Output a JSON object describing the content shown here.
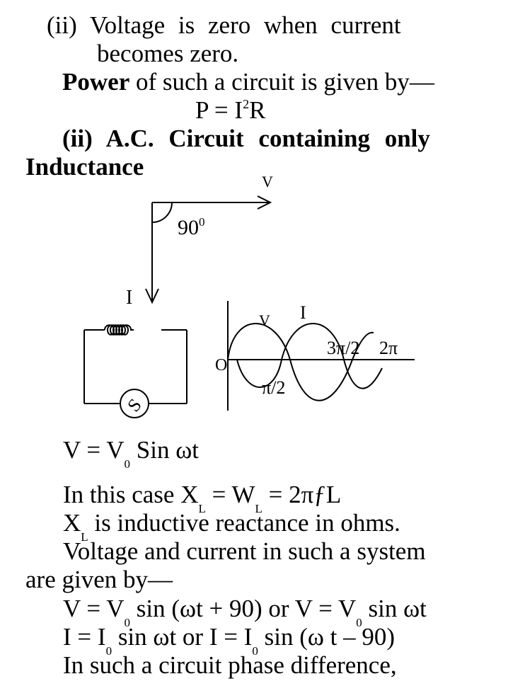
{
  "lines": {
    "l1": "(ii) Voltage is zero when current",
    "l2": "becomes zero.",
    "l3_bold": "Power",
    "l3_rest": " of such a circuit is given by—",
    "l4_a": "P = I",
    "l4_sup": "2",
    "l4_b": "R",
    "l5": "(ii) A.C. Circuit containing only",
    "l6": "Inductance"
  },
  "diagram": {
    "v_label": "V",
    "angle_label": "90",
    "angle_sup": "0",
    "i_label": "I",
    "source_label": "S",
    "wave_v": "V",
    "wave_i": "I",
    "origin": "O",
    "tick_3pi2": "3π/2",
    "tick_2pi": "2π",
    "tick_pi2": "π/2"
  },
  "equations": {
    "e1_a": "V = V",
    "e1_sub": "0",
    "e1_b": " Sin ωt",
    "e2_a": "In this case X",
    "e2_sub1": "L",
    "e2_b": " = W",
    "e2_sub2": "L",
    "e2_c": " = 2πƒL",
    "e3_a": "X",
    "e3_sub": "L",
    "e3_b": " is inductive reactance in ohms.",
    "e4": "Voltage and current in such a system",
    "e5": "are given by—",
    "e6_a": "V = V",
    "e6_sub1": "0",
    "e6_b": " sin (ωt + 90) or V = V",
    "e6_sub2": "0",
    "e6_c": " sin ωt",
    "e7_a": "I = I",
    "e7_sub1": "0",
    "e7_b": " sin ωt or I = I",
    "e7_sub2": "0",
    "e7_c": " sin (ω t – 90)",
    "e8": "In such a circuit phase difference,"
  }
}
